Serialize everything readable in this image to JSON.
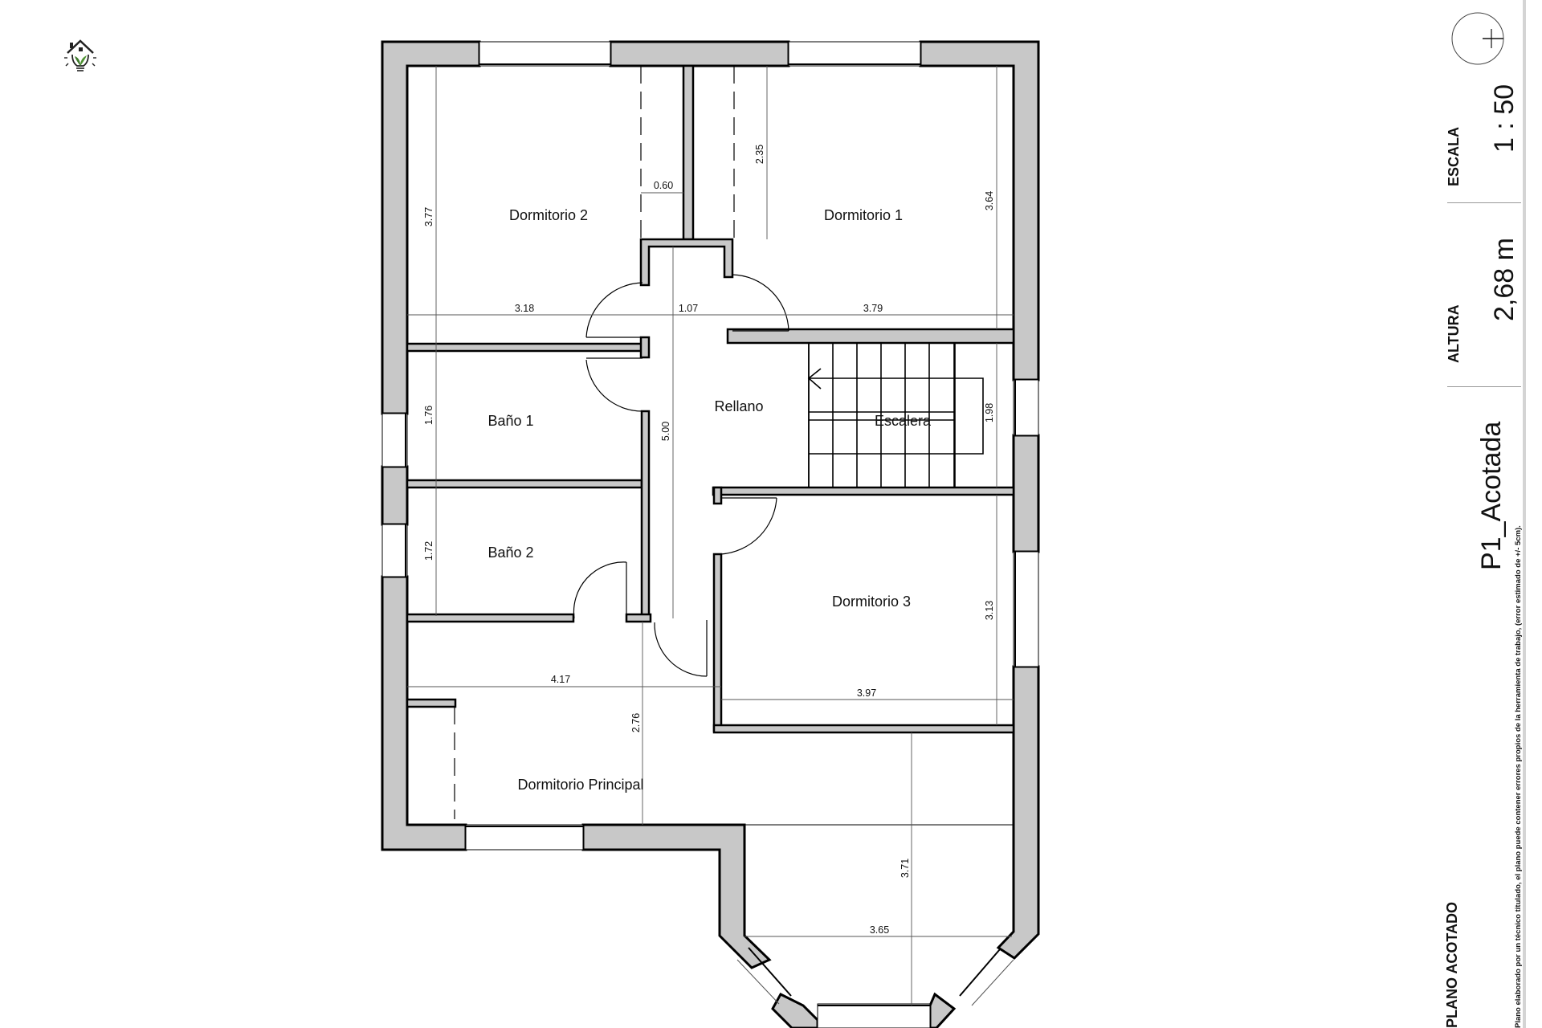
{
  "logo": {
    "icon": "house-lightbulb-leaf-icon"
  },
  "plan": {
    "rooms": [
      {
        "id": "dormitorio-2",
        "label": "Dormitorio 2"
      },
      {
        "id": "dormitorio-1",
        "label": "Dormitorio 1"
      },
      {
        "id": "bano-1",
        "label": "Baño 1"
      },
      {
        "id": "bano-2",
        "label": "Baño 2"
      },
      {
        "id": "rellano",
        "label": "Rellano"
      },
      {
        "id": "escalera",
        "label": "Escalera"
      },
      {
        "id": "dormitorio-3",
        "label": "Dormitorio 3"
      },
      {
        "id": "dormitorio-principal",
        "label": "Dormitorio Principal"
      }
    ],
    "dimensions": {
      "d2_height": "3.77",
      "d2_closet": "0.60",
      "d2_width": "3.18",
      "hall_width": "1.07",
      "d1_closet": "2.35",
      "d1_height": "3.64",
      "d1_width": "3.79",
      "bano1_height": "1.76",
      "bano2_height": "1.72",
      "rellano_length": "5.00",
      "escalera_width": "1.98",
      "d3_height": "3.13",
      "d3_width": "3.97",
      "dp_width": "4.17",
      "dp_height": "2.76",
      "bay_height": "3.71",
      "bay_width": "3.65"
    },
    "colors": {
      "wall_fill": "#c8c8c8",
      "line": "#000000",
      "dim_line": "#555555"
    }
  },
  "title_block": {
    "north_icon": "north-arrow-icon",
    "escala_label": "ESCALA",
    "escala_value": "1 : 50",
    "altura_label": "ALTURA",
    "altura_value": "2,68 m",
    "sheet_name": "P1_Acotada",
    "disclaimer": "Plano elaborado por un técnico titulado, el plano puede contener errores propios de la herramienta de trabajo, (error estimado de +/- 5cm).",
    "plan_type": "PLANO ACOTADO"
  }
}
